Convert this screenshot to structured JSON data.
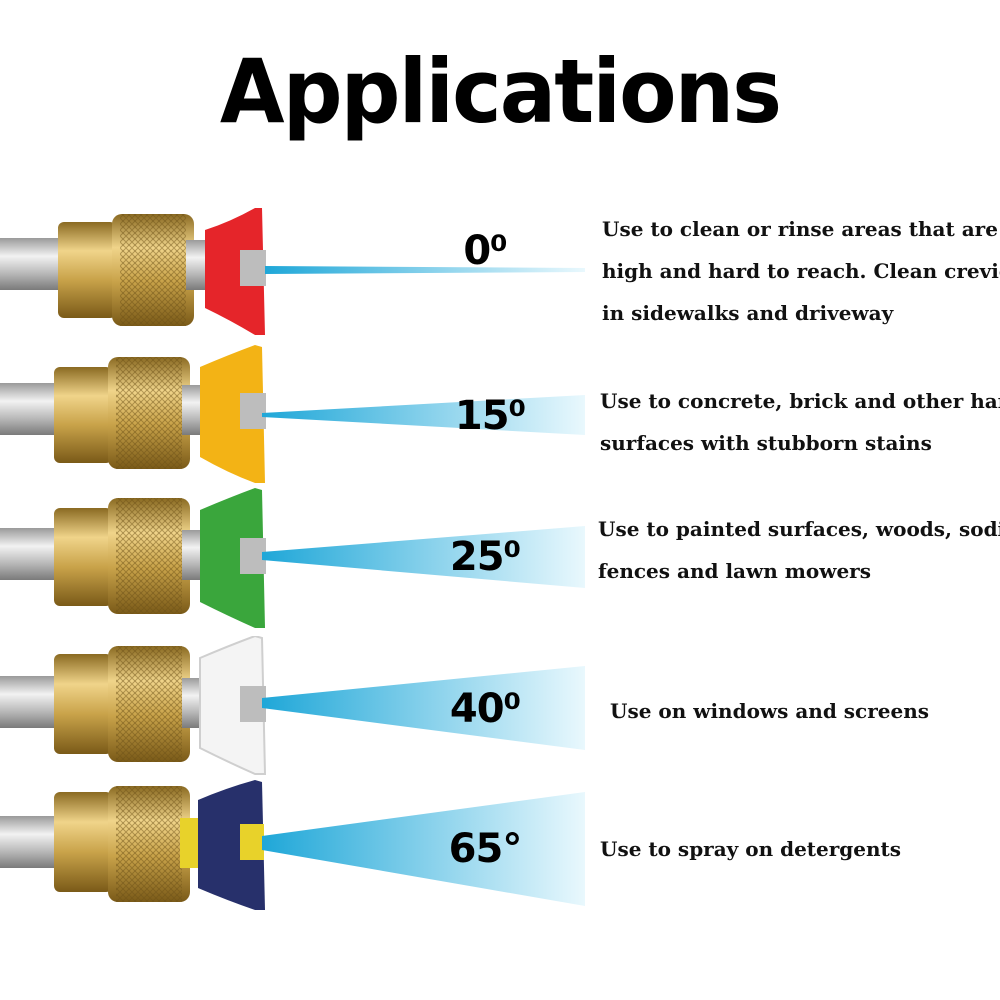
{
  "title": "Applications",
  "colors": {
    "brass": "#c9a34a",
    "steel": "#bdbdbd",
    "spray": "#7fd6ee"
  },
  "nozzles": [
    {
      "angle": "0⁰",
      "tip_color": "#e5252a",
      "tip_name": "red-tip",
      "lines": [
        "Use to clean or rinse areas that are",
        "high and hard to reach. Clean crevices",
        "in sidewalks and driveway"
      ]
    },
    {
      "angle": "15⁰",
      "tip_color": "#f3b315",
      "tip_name": "yellow-tip",
      "lines": [
        "Use to concrete, brick and other hard",
        "surfaces with stubborn stains"
      ]
    },
    {
      "angle": "25⁰",
      "tip_color": "#3aa63c",
      "tip_name": "green-tip",
      "lines": [
        "Use to painted surfaces, woods, soding,",
        "fences and lawn mowers"
      ]
    },
    {
      "angle": "40⁰",
      "tip_color": "#f4f4f4",
      "tip_name": "white-tip",
      "lines": [
        "Use on windows and screens"
      ]
    },
    {
      "angle": "65°",
      "tip_color": "#27306b",
      "tip_name": "blue-tip",
      "lines": [
        "Use to spray on detergents"
      ]
    }
  ]
}
